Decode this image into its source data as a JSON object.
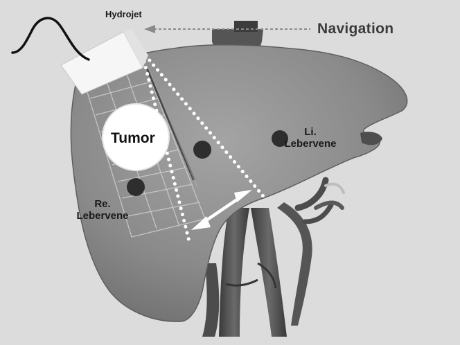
{
  "labels": {
    "hydrojet": "Hydrojet",
    "navigation": "Navigation",
    "tumor": "Tumor",
    "left_liver_vein": [
      "Li.",
      "Lebervene"
    ],
    "right_liver_vein": [
      "Re.",
      "Lebervene"
    ]
  },
  "colors": {
    "background": "#dcdcdc",
    "liver": "#8c8c8c",
    "vessels": "#4a4a4a",
    "tumor": "#ffffff",
    "probe": "#f5f5f5",
    "veins": "#2e2e2e",
    "cutting_path": "#ffffff"
  }
}
